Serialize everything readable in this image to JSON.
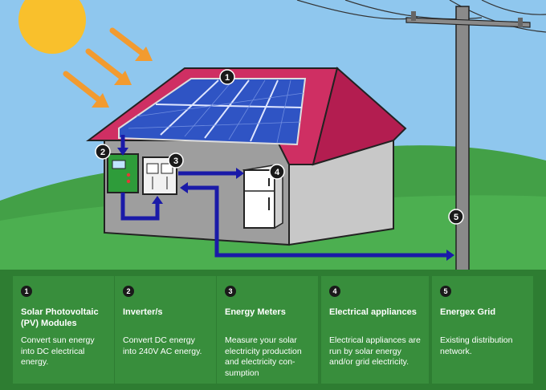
{
  "diagram": {
    "markers": [
      "1",
      "2",
      "3",
      "4",
      "5"
    ]
  },
  "cards": [
    {
      "number": "1",
      "title": "Solar Photovoltaic (PV) Modules",
      "description": "Convert sun energy into DC electrical energy."
    },
    {
      "number": "2",
      "title": "Inverter/s",
      "description": "Convert DC energy into 240V AC energy."
    },
    {
      "number": "3",
      "title": "Energy Meters",
      "description": "Measure your solar electricity production and electricity con-sumption"
    },
    {
      "number": "4",
      "title": "Electrical appliances",
      "description": "Electrical appliances are run by solar energy and/or grid electricity."
    },
    {
      "number": "5",
      "title": "Energex Grid",
      "description": "Existing distribution network."
    }
  ]
}
